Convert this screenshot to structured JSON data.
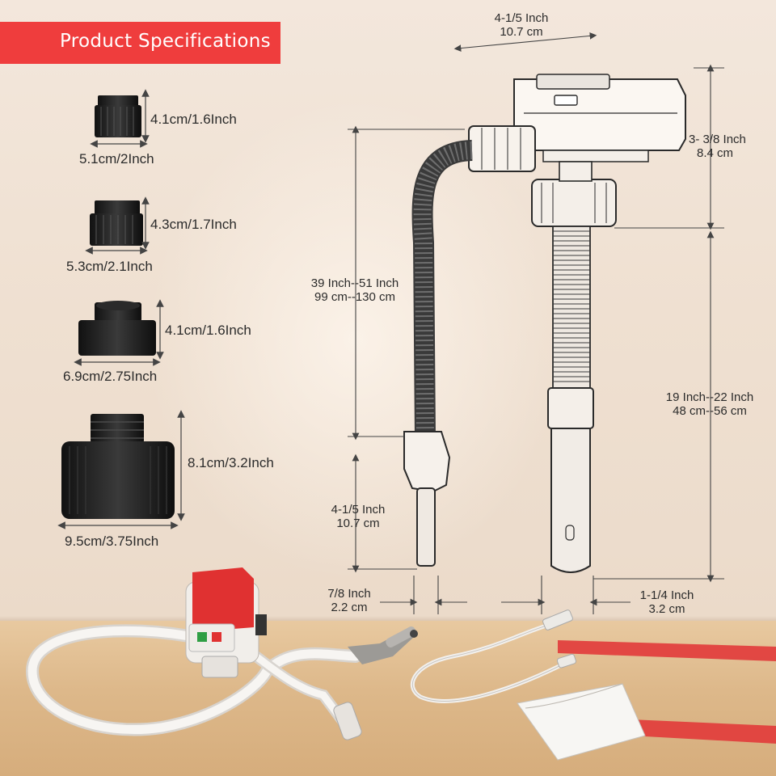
{
  "banner": {
    "title": "Product Specifications",
    "color": "#ef3d3d"
  },
  "adapters": [
    {
      "height": "4.1cm/1.6Inch",
      "width": "5.1cm/2Inch"
    },
    {
      "height": "4.3cm/1.7Inch",
      "width": "5.3cm/2.1Inch"
    },
    {
      "height": "4.1cm/1.6Inch",
      "width": "6.9cm/2.75Inch"
    },
    {
      "height": "8.1cm/3.2Inch",
      "width": "9.5cm/3.75Inch"
    }
  ],
  "pump": {
    "top_width": {
      "inch": "4-1/5 Inch",
      "cm": "10.7 cm"
    },
    "head_height": {
      "inch": "3- 3/8 Inch",
      "cm": "8.4 cm"
    },
    "hose_length": {
      "inch": "39 Inch--51 Inch",
      "cm": "99 cm--130 cm"
    },
    "nozzle_length": {
      "inch": "4-1/5  Inch",
      "cm": "10.7 cm"
    },
    "nozzle_diameter": {
      "inch": "7/8 Inch",
      "cm": "2.2 cm"
    },
    "tube_length": {
      "inch": "19 Inch--22 Inch",
      "cm": "48 cm--56 cm"
    },
    "tube_diameter": {
      "inch": "1-1/4 Inch",
      "cm": "3.2 cm"
    }
  },
  "colors": {
    "accent": "#ef3d3d",
    "pump_body": "#e9e6e2",
    "adapter": "#1c1c1c",
    "background": "#f0e2d4",
    "shelf": "#dcb689"
  }
}
